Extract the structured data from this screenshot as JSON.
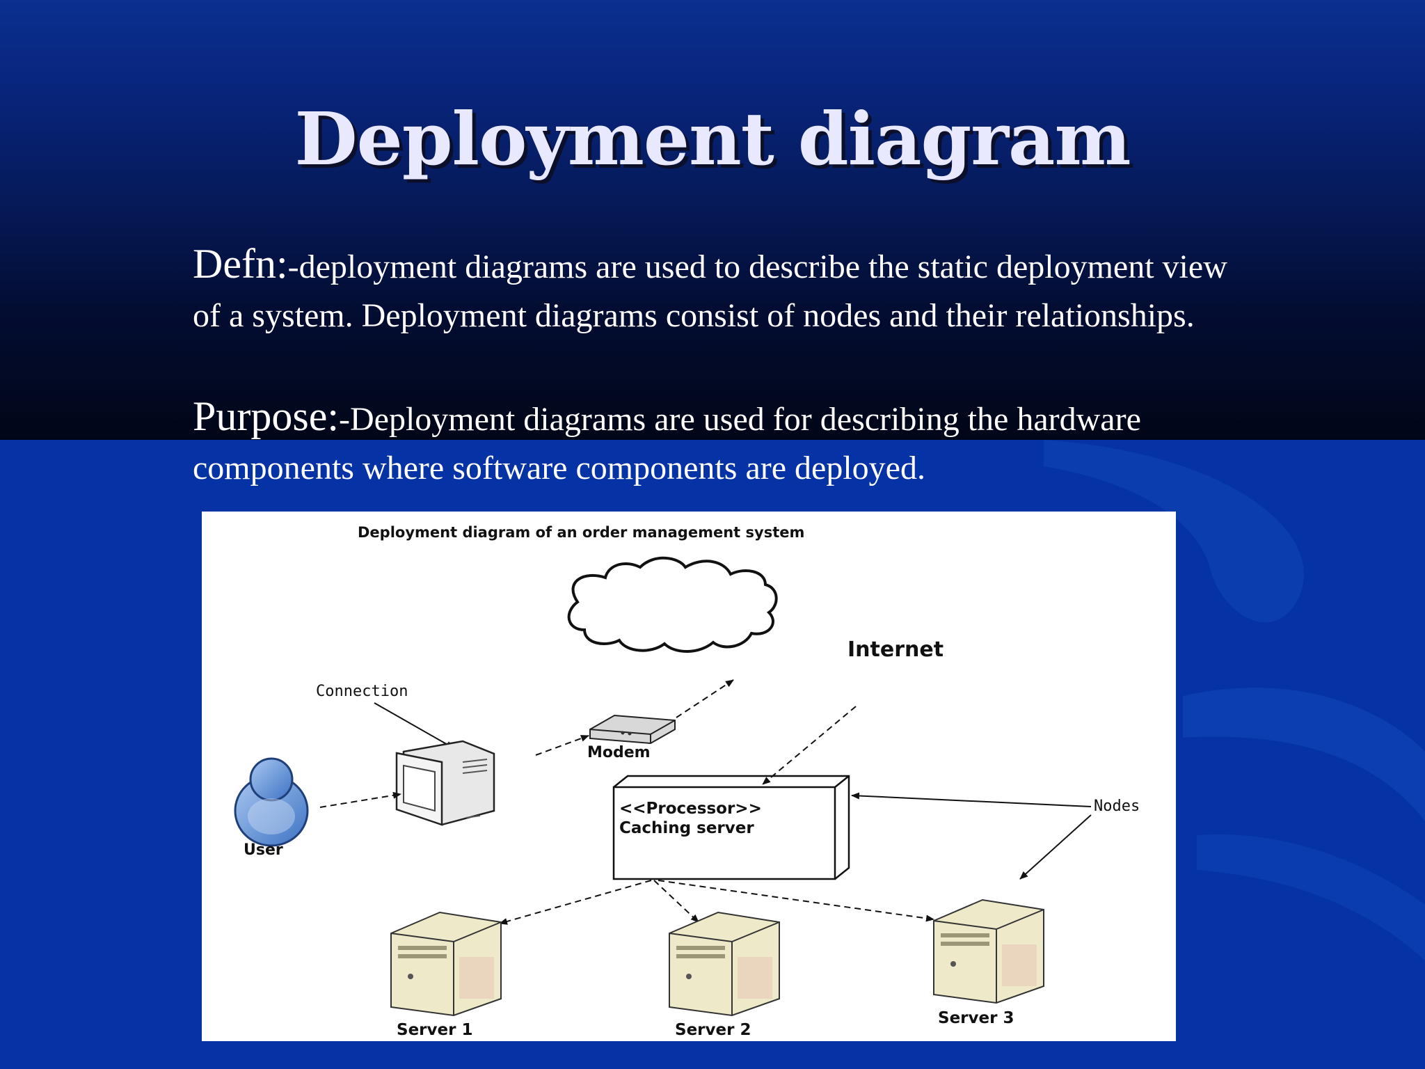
{
  "slide": {
    "title": "Deployment diagram",
    "definition": {
      "lead": "Defn:",
      "text": "-deployment diagrams are used to describe the static deployment view of a system. Deployment diagrams consist of nodes and their relationships."
    },
    "purpose": {
      "lead": "Purpose:",
      "text": "-Deployment diagrams are used for describing the hardware components where software components are deployed."
    }
  },
  "diagram": {
    "title": "Deployment diagram of an order management system",
    "labels": {
      "internet": "Internet",
      "connection": "Connection",
      "modem": "Modem",
      "user": "User",
      "processor_stereotype": "<<Processor>>",
      "processor_name": "Caching server",
      "nodes": "Nodes",
      "server1": "Server 1",
      "server2": "Server 2",
      "server3": "Server 3"
    },
    "icons": [
      "user-icon",
      "computer-monitor-icon",
      "modem-icon",
      "cloud-icon",
      "server-tower-icon"
    ]
  },
  "colors": {
    "slide_background": "#0533a6",
    "header_gradient_dark": "#010617",
    "title_text": "#e8e8ff",
    "body_text": "#ffffff",
    "user_icon": "#5b8ed6",
    "server_beige": "#eee9c8"
  }
}
